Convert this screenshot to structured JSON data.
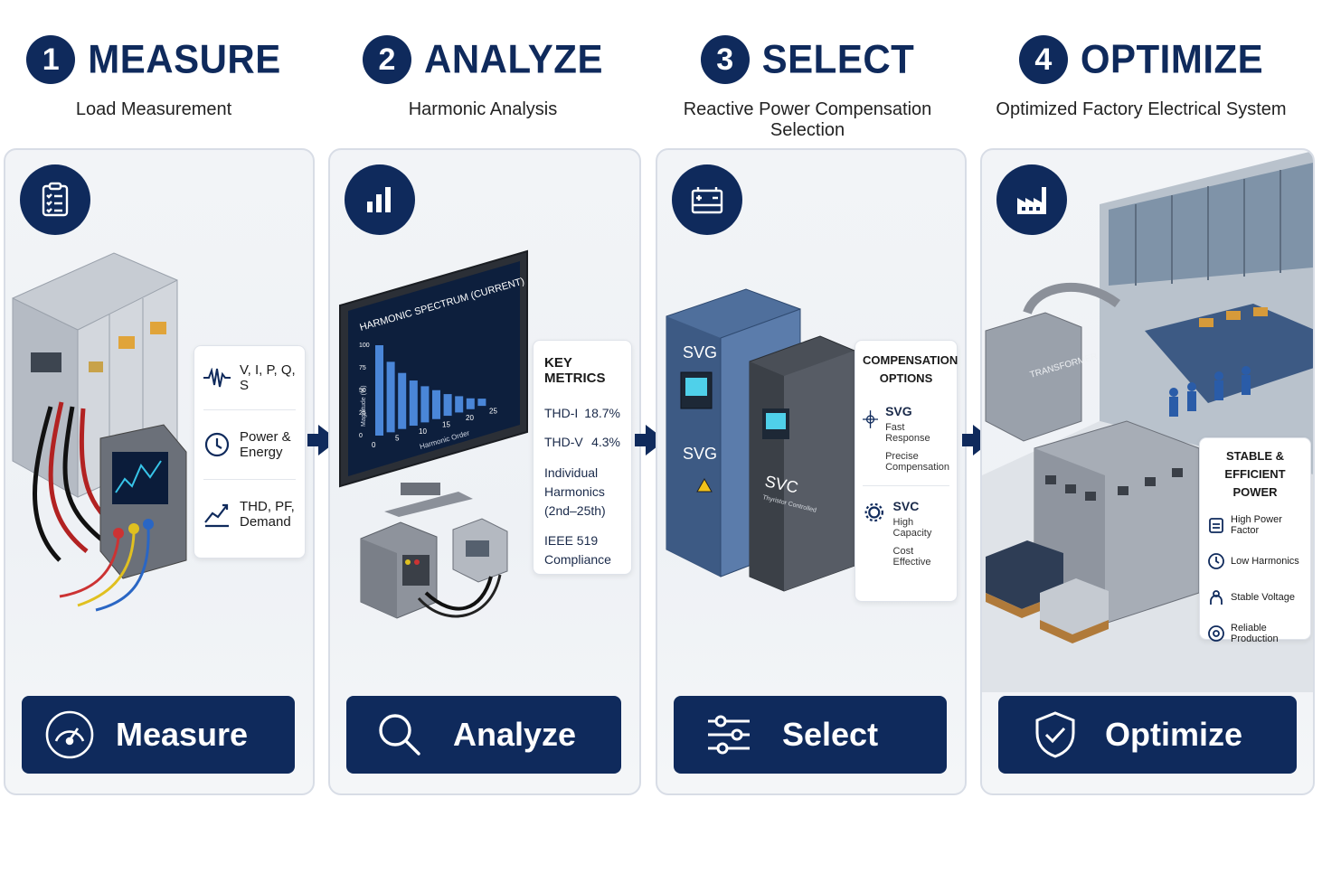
{
  "steps": [
    {
      "number": "1",
      "name": "MEASURE",
      "subtitle": "Load Measurement",
      "button": "Measure"
    },
    {
      "number": "2",
      "name": "ANALYZE",
      "subtitle": "Harmonic Analysis",
      "button": "Analyze"
    },
    {
      "number": "3",
      "name": "SELECT",
      "subtitle": "Reactive Power Compensation Selection",
      "button": "Select"
    },
    {
      "number": "4",
      "name": "OPTIMIZE",
      "subtitle": "Optimized Factory Electrical System",
      "button": "Optimize"
    }
  ],
  "measure_card": {
    "items": [
      "V, I, P, Q, S",
      "Power & Energy",
      "THD, PF, Demand"
    ]
  },
  "spectrum": {
    "title": "HARMONIC SPECTRUM (CURRENT)",
    "xlabel": "Harmonic Order",
    "ylabel": "Magnitude (%)",
    "x_ticks": [
      "0",
      "5",
      "10",
      "15",
      "20",
      "25"
    ],
    "y_ticks": [
      "100",
      "75",
      "50",
      "25",
      "0"
    ],
    "bars": [
      100,
      78,
      62,
      50,
      40,
      32,
      24,
      18,
      12,
      8
    ]
  },
  "key_metrics": {
    "title": "KEY METRICS",
    "thd_i_label": "THD-I",
    "thd_i_value": "18.7%",
    "thd_v_label": "THD-V",
    "thd_v_value": "4.3%",
    "line1": "Individual",
    "line2": "Harmonics",
    "line3": "(2nd–25th)",
    "line4": "IEEE 519",
    "line5": "Compliance"
  },
  "equipment": {
    "svg_label_top": "SVG",
    "svg_label_mid": "SVG",
    "svc_label": "SVC",
    "svc_sub": "Thyristor Controlled",
    "transformer": "TRANSFORMER"
  },
  "compensation": {
    "title_l1": "COMPENSATION",
    "title_l2": "OPTIONS",
    "svg_name": "SVG",
    "svg_f1": "Fast Response",
    "svg_f2": "Precise",
    "svg_f3": "Compensation",
    "svc_name": "SVC",
    "svc_f1": "High Capacity",
    "svc_f2": "Cost",
    "svc_f3": "Effective"
  },
  "stable": {
    "title_l1": "STABLE & EFFICIENT",
    "title_l2": "POWER",
    "items": [
      "High Power Factor",
      "Low Harmonics",
      "Stable Voltage",
      "Reliable Production"
    ]
  },
  "colors": {
    "navy": "#0f2a5c",
    "accent_blue": "#4a86d8"
  }
}
